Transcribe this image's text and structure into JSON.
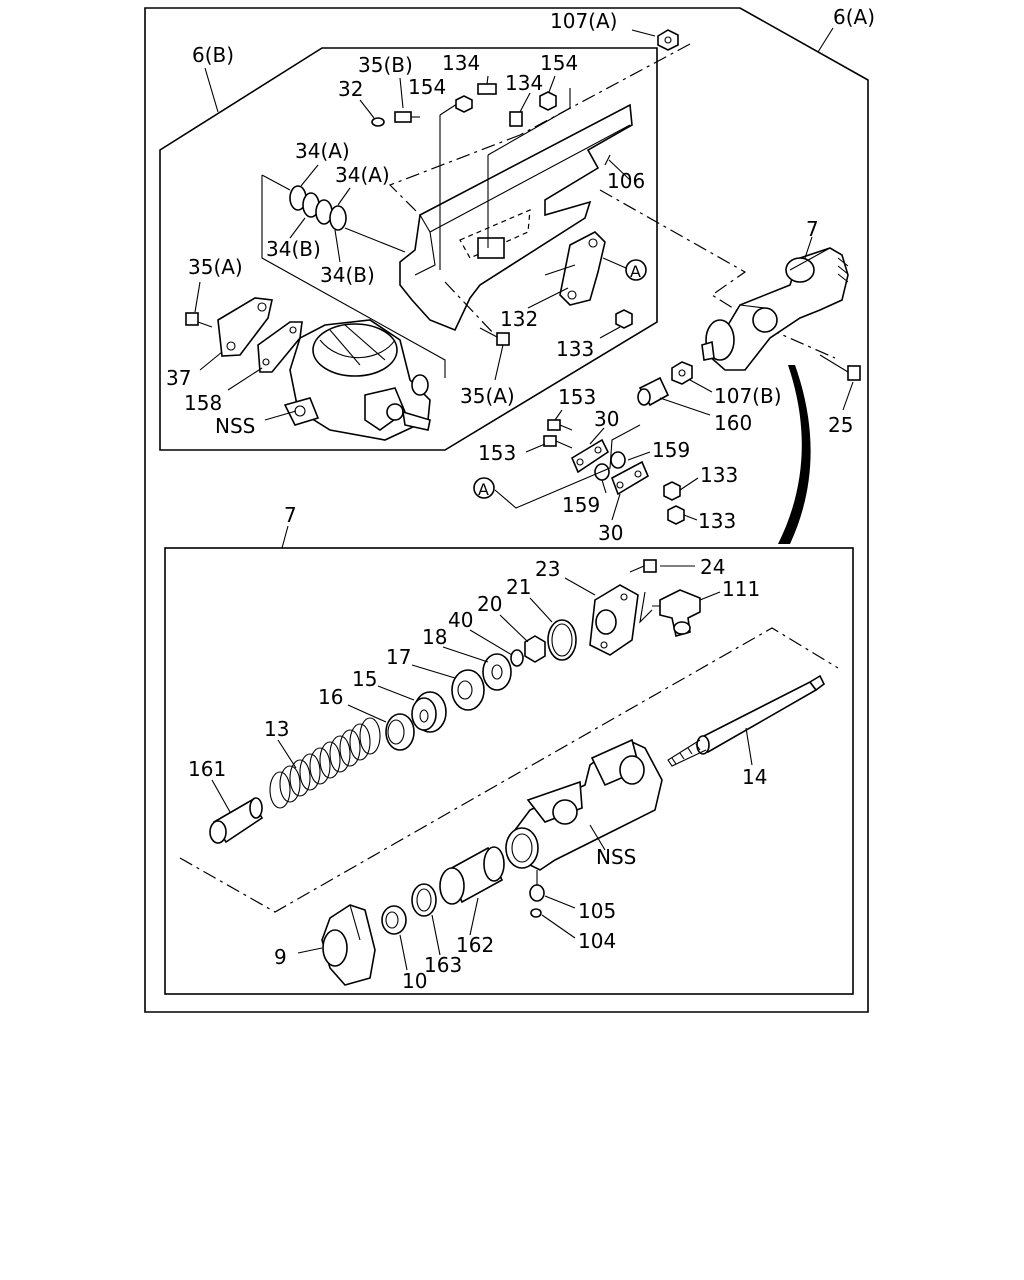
{
  "labels": {
    "l_107a": "107(A)",
    "l_6a": "6(A)",
    "l_6b": "6(B)",
    "l_35b": "35(B)",
    "l_134a": "134",
    "l_154a": "154",
    "l_154b": "154",
    "l_134b": "134",
    "l_32": "32",
    "l_34a1": "34(A)",
    "l_34a2": "34(A)",
    "l_106": "106",
    "l_7top": "7",
    "l_34b1": "34(B)",
    "l_35a1": "35(A)",
    "l_34b2": "34(B)",
    "l_circA1": "A",
    "l_132": "132",
    "l_133a": "133",
    "l_37": "37",
    "l_107b": "107(B)",
    "l_158": "158",
    "l_35a2": "35(A)",
    "l_153a": "153",
    "l_30a": "30",
    "l_25": "25",
    "l_nss1": "NSS",
    "l_160": "160",
    "l_153b": "153",
    "l_159a": "159",
    "l_133b": "133",
    "l_circA2": "A",
    "l_159b": "159",
    "l_133c": "133",
    "l_7mid": "7",
    "l_30b": "30",
    "l_23": "23",
    "l_24": "24",
    "l_21": "21",
    "l_111": "111",
    "l_20": "20",
    "l_40": "40",
    "l_18": "18",
    "l_17": "17",
    "l_15": "15",
    "l_16": "16",
    "l_13": "13",
    "l_161": "161",
    "l_14": "14",
    "l_nss2": "NSS",
    "l_105": "105",
    "l_104": "104",
    "l_162": "162",
    "l_9": "9",
    "l_163": "163",
    "l_10": "10"
  }
}
